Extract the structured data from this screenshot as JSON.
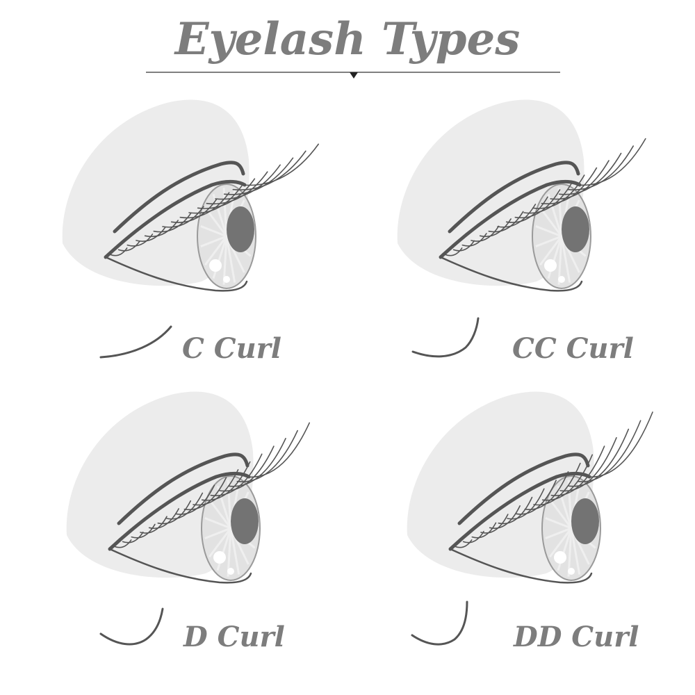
{
  "title": "Eyelash Types",
  "colors": {
    "text": "#7d7d7d",
    "line": "#555555",
    "shadow": "#ececec",
    "iris": "#e2e2e2",
    "pupil": "#737373",
    "background": "#ffffff"
  },
  "panels": [
    {
      "label": "C Curl",
      "curl": "c-curl"
    },
    {
      "label": "CC Curl",
      "curl": "cc-curl"
    },
    {
      "label": "D Curl",
      "curl": "d-curl"
    },
    {
      "label": "DD Curl",
      "curl": "dd-curl"
    }
  ]
}
